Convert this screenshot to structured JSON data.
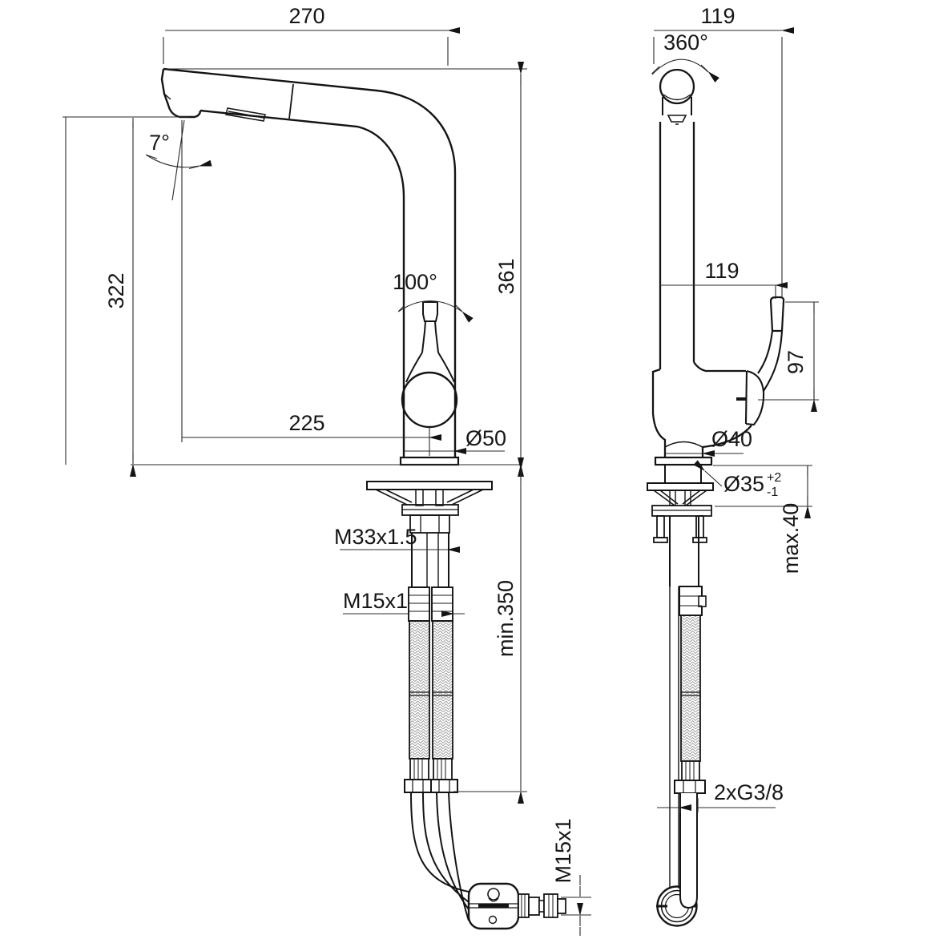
{
  "drawing": {
    "type": "technical-dimension-drawing",
    "subject": "Kitchen mixer tap with pull-out spray, front and side installation views",
    "line_color": "#141414",
    "dim_color": "#2a2a2a",
    "background": "#ffffff"
  },
  "front_view": {
    "spout_reach": "270",
    "spray_head_angle": "7°",
    "outlet_height": "322",
    "handle_swivel_angle": "100°",
    "total_height": "361",
    "outlet_to_axis": "225",
    "base_diameter": "Ø50",
    "shank_thread": "M33x1.5",
    "hose_connector_thread": "M15x1",
    "min_hose_clearance": "min.350",
    "handspray_hose_thread": "M15x1"
  },
  "side_view": {
    "spout_width": "119",
    "spout_swivel_angle": "360°",
    "body_depth": "119",
    "handle_height": "97",
    "body_diameter": "Ø40",
    "mounting_hole_diameter": "Ø35",
    "mounting_hole_tol_plus": "+2",
    "mounting_hole_tol_minus": "-1",
    "max_deck_thickness": "max.40",
    "supply_hose_thread": "2xG3/8"
  }
}
